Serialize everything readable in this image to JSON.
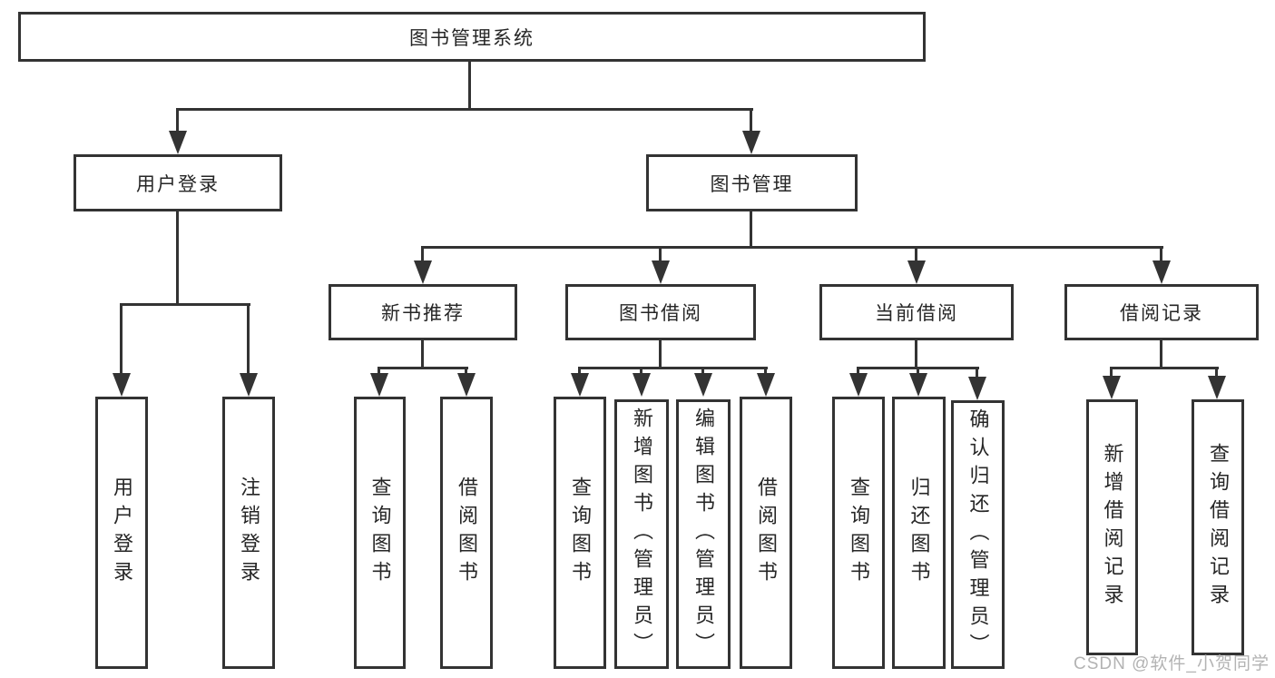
{
  "diagram": {
    "root": "图书管理系统",
    "level2": [
      "用户登录",
      "图书管理"
    ],
    "level3": [
      "新书推荐",
      "图书借阅",
      "当前借阅",
      "借阅记录"
    ],
    "leaves_user_login": [
      "用户登录",
      "注销登录"
    ],
    "leaves_new_book": [
      "查询图书",
      "借阅图书"
    ],
    "leaves_book_borrow": [
      "查询图书",
      "新增图书（管理员）",
      "编辑图书（管理员）",
      "借阅图书"
    ],
    "leaves_current_borrow": [
      "查询图书",
      "归还图书",
      "确认归还（管理员）"
    ],
    "leaves_borrow_record": [
      "新增借阅记录",
      "查询借阅记录"
    ]
  },
  "colors": {
    "line": "#333333",
    "text": "#262626",
    "watermark": "#b3b3b3"
  },
  "watermark": "CSDN @软件_小贺同学"
}
